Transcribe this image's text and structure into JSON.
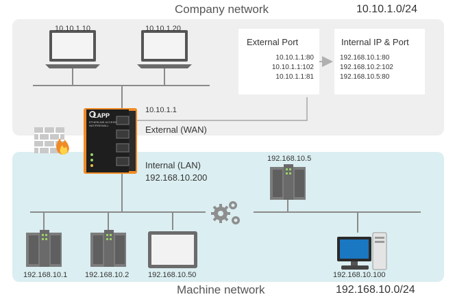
{
  "company_zone": {
    "title": "Company network",
    "subnet": "10.10.1.0/24"
  },
  "machine_zone": {
    "title": "Machine network",
    "subnet": "192.168.10.0/24"
  },
  "laptops": [
    {
      "ip": "10.10.1.10"
    },
    {
      "ip": "10.10.1.20"
    }
  ],
  "port_table": {
    "external_title": "External Port",
    "internal_title": "Internal IP & Port",
    "external": [
      "10.10.1.1:80",
      "10.10.1.1:102",
      "10.10.1.1:81"
    ],
    "internal": [
      "192.168.10.1:80",
      "192.168.10.2:102",
      "192.168.10.5:80"
    ]
  },
  "firewall": {
    "brand": "LAPP",
    "model": "ETHERLINE ACCESS NAT/FIREWALL",
    "wan_ip": "10.10.1.1",
    "wan_label": "External (WAN)",
    "lan_label": "Internal (LAN)",
    "lan_ip": "192.168.10.200"
  },
  "machine_devices": [
    {
      "ip": "192.168.10.1",
      "icon": "plc-icon"
    },
    {
      "ip": "192.168.10.2",
      "icon": "plc-icon"
    },
    {
      "ip": "192.168.10.50",
      "icon": "hmi-panel-icon"
    },
    {
      "ip": "192.168.10.5",
      "icon": "plc-icon"
    },
    {
      "ip": "192.168.10.100",
      "icon": "desktop-pc-icon"
    }
  ],
  "colors": {
    "company_bg": "#efefef",
    "machine_bg": "#dbeef1",
    "accent": "#f08a24",
    "line": "#8a8a8a"
  }
}
